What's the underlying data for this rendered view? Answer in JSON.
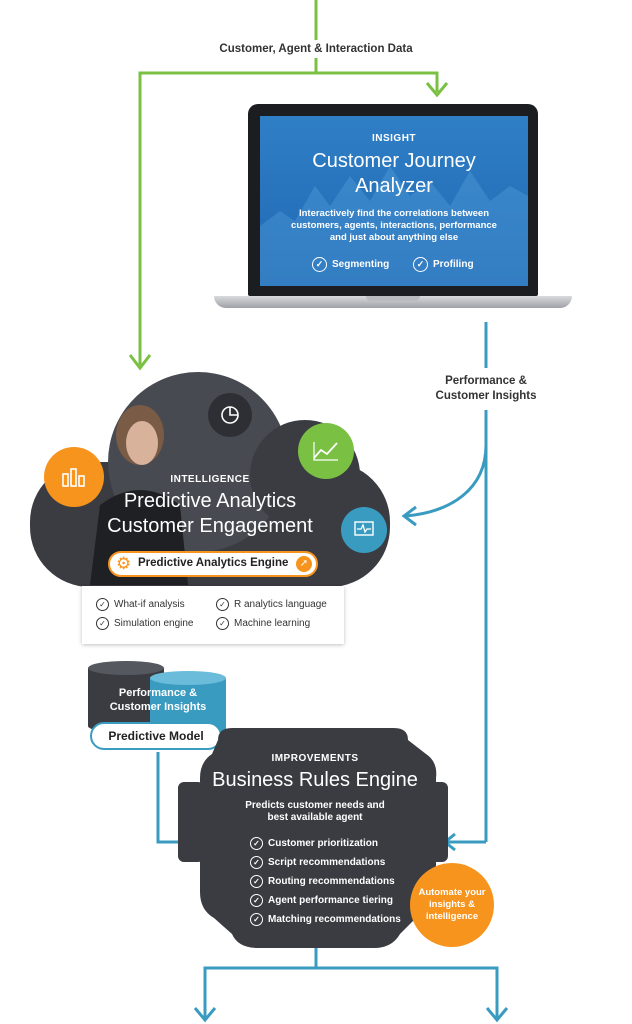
{
  "top_label": "Customer, Agent & Interaction Data",
  "insight": {
    "kicker": "INSIGHT",
    "title_line1": "Customer Journey",
    "title_line2": "Analyzer",
    "description_line1": "Interactively find the correlations between",
    "description_line2": "customers, agents, interactions, performance",
    "description_line3": "and just about anything else",
    "features": [
      "Segmenting",
      "Profiling"
    ]
  },
  "side_label": {
    "line1": "Performance &",
    "line2": "Customer Insights"
  },
  "intelligence": {
    "kicker": "INTELLIGENCE",
    "title_line1": "Predictive Analytics",
    "title_line2": "Customer Engagement",
    "engine_label": "Predictive Analytics Engine",
    "features": [
      "What-if analysis",
      "R analytics language",
      "Simulation engine",
      "Machine learning"
    ]
  },
  "model": {
    "db_label_line1": "Performance &",
    "db_label_line2": "Customer Insights",
    "pill_label": "Predictive Model"
  },
  "improvements": {
    "kicker": "IMPROVEMENTS",
    "title": "Business Rules Engine",
    "subtitle_line1": "Predicts customer needs and",
    "subtitle_line2": "best available agent",
    "features": [
      "Customer prioritization",
      "Script recommendations",
      "Routing recommendations",
      "Agent performance tiering",
      "Matching recommendations"
    ],
    "badge_line1": "Automate your",
    "badge_line2": "insights &",
    "badge_line3": "intelligence"
  },
  "colors": {
    "green": "#7ac143",
    "blue": "#3a9bc1",
    "orange": "#f7941d",
    "dark": "#3a3c42"
  }
}
